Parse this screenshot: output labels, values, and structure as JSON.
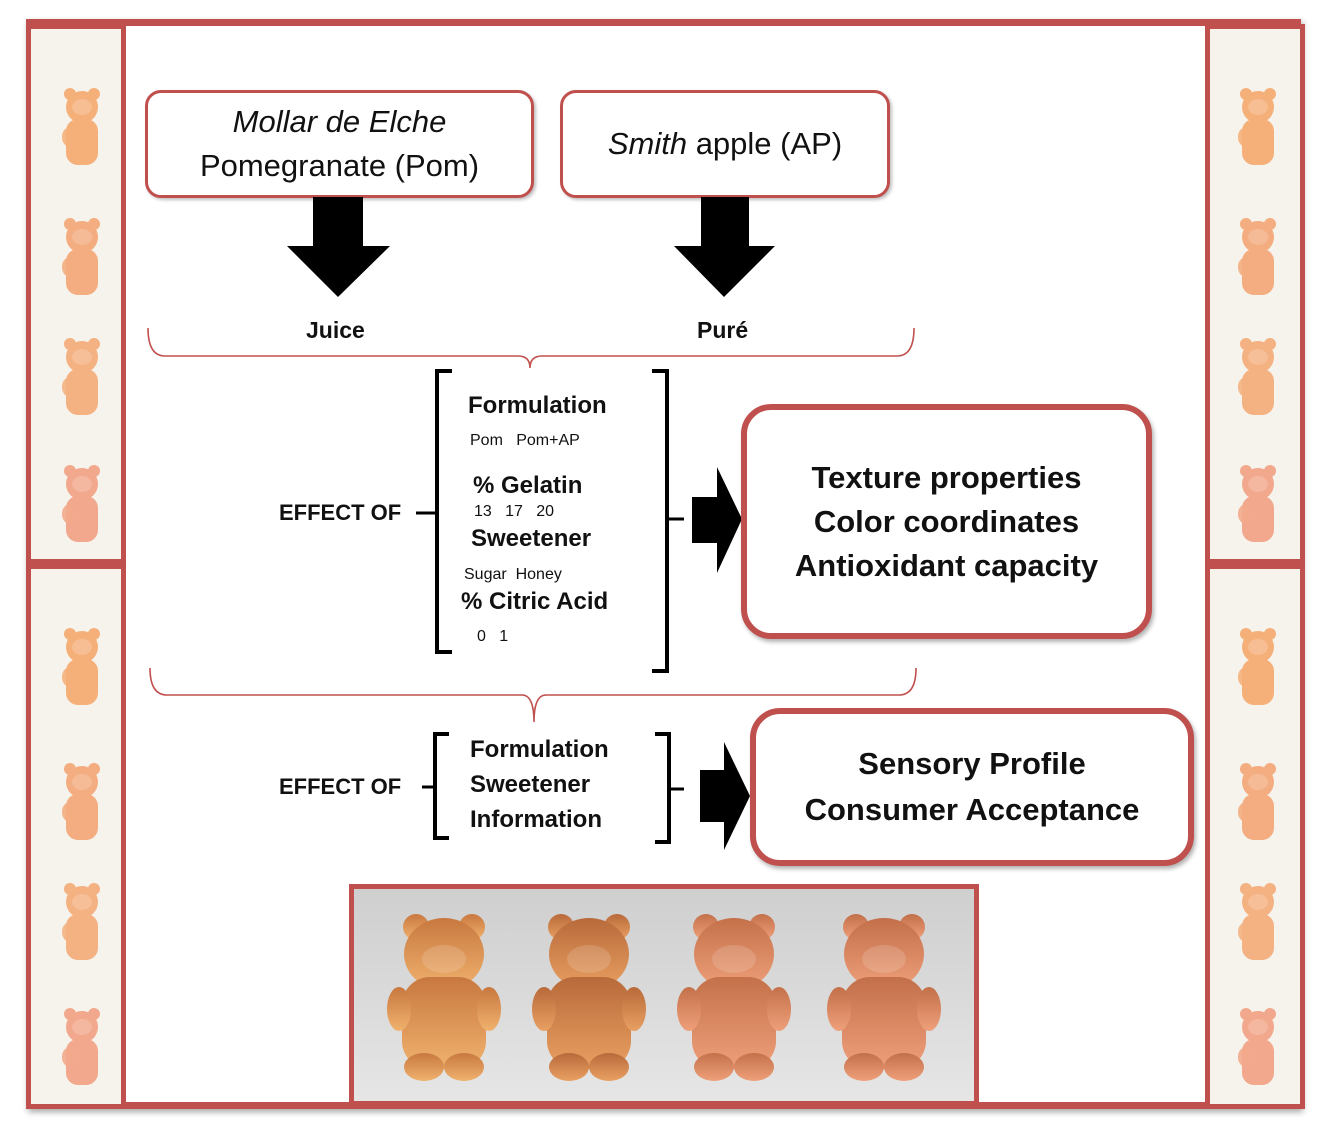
{
  "sources": {
    "pomegranate": {
      "italic": "Mollar de Elche",
      "plain": "Pomegranate (Pom)"
    },
    "apple": {
      "italic": "Smith",
      "plain": " apple (AP)"
    }
  },
  "processing": {
    "juice": "Juice",
    "pure": "Puré"
  },
  "study1": {
    "effect_label": "EFFECT OF",
    "formulation": "Formulation",
    "formulation_levels": "Pom   Pom+AP",
    "gelatin": "% Gelatin",
    "gelatin_levels": "13   17   20",
    "sweetener": "Sweetener",
    "sweetener_levels": "Sugar  Honey",
    "citric": "% Citric Acid",
    "citric_levels": "0   1",
    "outcomes": [
      "Texture properties",
      "Color coordinates",
      "Antioxidant capacity"
    ]
  },
  "study2": {
    "effect_label": "EFFECT OF",
    "factors": [
      "Formulation",
      "Sweetener",
      "Information"
    ],
    "outcomes": [
      "Sensory Profile",
      "Consumer Acceptance"
    ]
  },
  "colors": {
    "frame": "#c0504d",
    "bear_light": "#f5b27a",
    "bear_dark": "#e08a55"
  },
  "icons": {
    "bear": "gummy-bear-icon",
    "arrow": "arrow-icon"
  }
}
